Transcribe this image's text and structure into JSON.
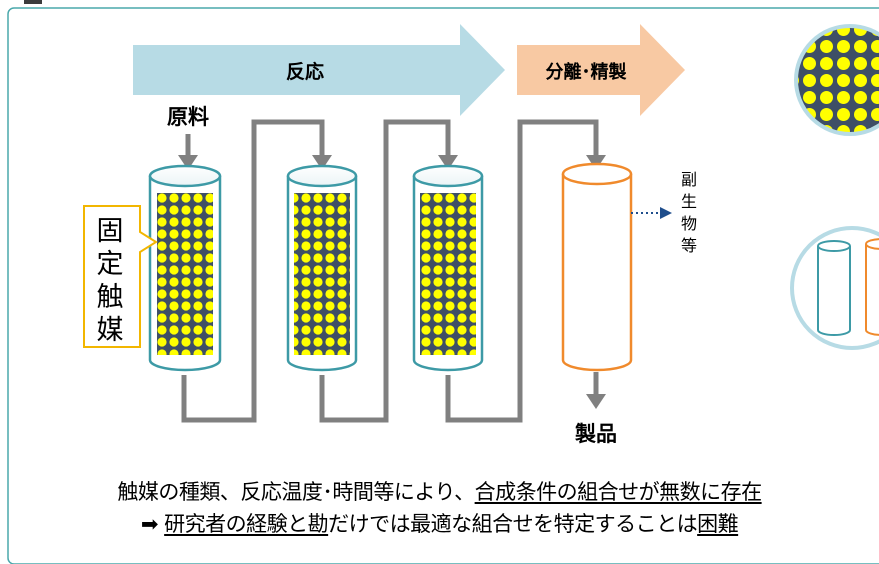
{
  "stages": {
    "reaction": "反応",
    "separation": "分離･精製"
  },
  "labels": {
    "raw_material": "原料",
    "fixed_catalyst": [
      "固",
      "定",
      "触",
      "媒"
    ],
    "byproduct": [
      "副",
      "生",
      "物",
      "等"
    ],
    "product": "製品"
  },
  "caption": {
    "line1": {
      "part1": "触媒の種類、反応温度･時間等により、",
      "underlined": "合成条件の組合せが無数に存在"
    },
    "line2": {
      "arrow": "➡",
      "underlined1": "研究者の経験と勘",
      "middle": "だけでは最適な組合せを特定することは",
      "underlined2": "困難"
    }
  },
  "colors": {
    "frame": "#4aa8ac",
    "reaction_arrow": "#b7dbe5",
    "separation_arrow": "#f8c9a3",
    "reactor_stroke": "#3d9aa6",
    "separator_stroke": "#f08a2c",
    "catalyst_bg": "#3e4f66",
    "catalyst_bead": "#ffff00",
    "pipe": "#808080",
    "callout_border": "#f2b600",
    "byproduct_arrow": "#1f4e8c"
  }
}
